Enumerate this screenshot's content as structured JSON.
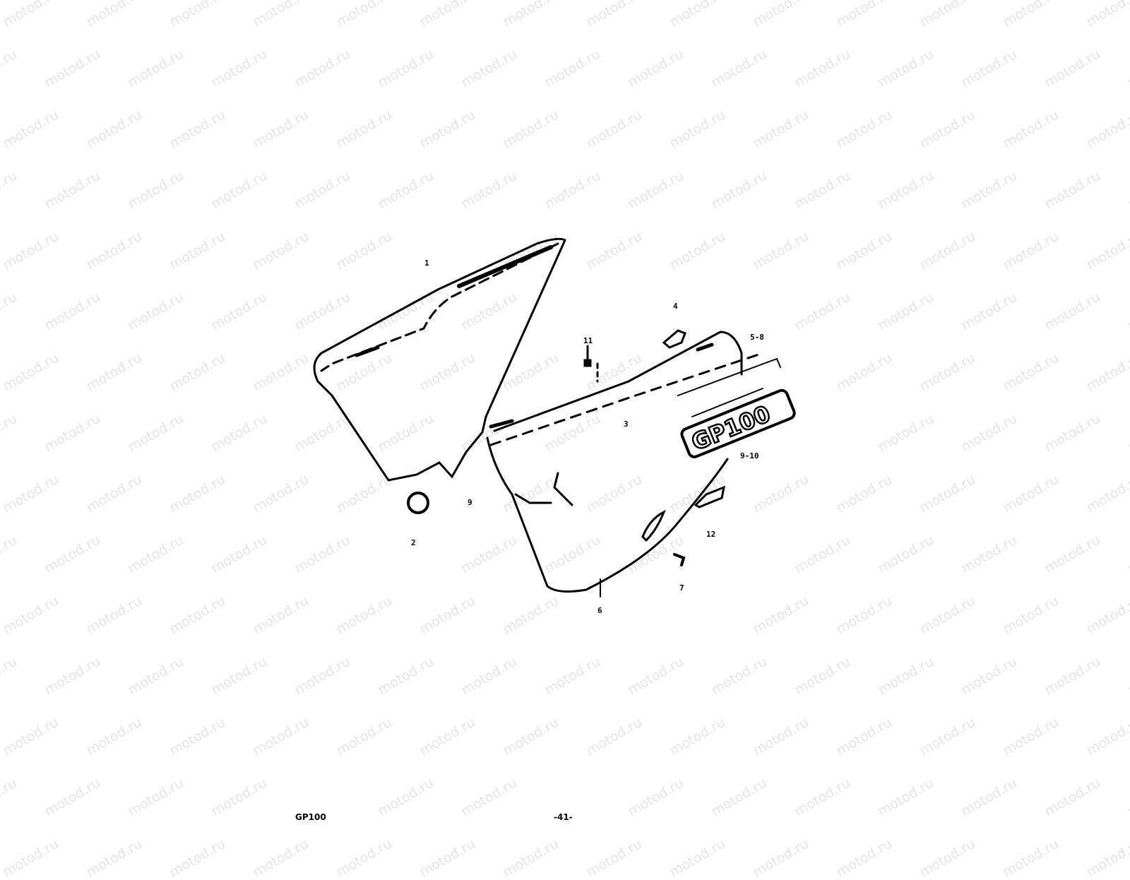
{
  "watermark": "motod.ru",
  "diagram": {
    "emblem_text": "GP100",
    "callouts": {
      "c1": "1",
      "c2": "2",
      "c3": "3",
      "c4": "4",
      "c5_8": "5-8",
      "c6": "6",
      "c7": "7",
      "c9": "9",
      "c9_10": "9-10",
      "c11": "11",
      "c12": "12"
    }
  },
  "footer": {
    "model": "GP100",
    "page": "-41-"
  }
}
